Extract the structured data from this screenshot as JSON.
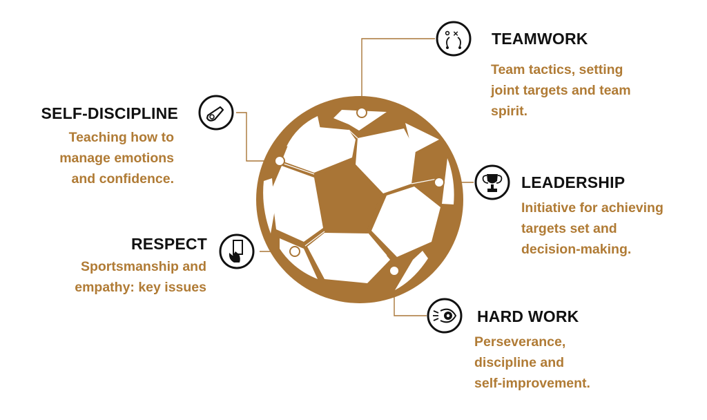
{
  "colors": {
    "ball": "#a97536",
    "accent_text": "#b07b35",
    "title_text": "#111111",
    "connector": "#a97536"
  },
  "values": [
    {
      "id": "teamwork",
      "title": "TEAMWORK",
      "description_lines": [
        "Team tactics, setting",
        "joint targets and team",
        "spirit."
      ],
      "icon": "tactics-board-icon"
    },
    {
      "id": "leadership",
      "title": "LEADERSHIP",
      "description_lines": [
        "Initiative for achieving",
        "targets set and",
        "decision-making."
      ],
      "icon": "trophy-icon"
    },
    {
      "id": "hard-work",
      "title": "HARD WORK",
      "description_lines": [
        "Perseverance,",
        "discipline and",
        "self-improvement."
      ],
      "icon": "focused-eye-ball-icon"
    },
    {
      "id": "self-discipline",
      "title": "SELF-DISCIPLINE",
      "description_lines": [
        "Teaching how to",
        "manage emotions",
        "and confidence."
      ],
      "icon": "whistle-icon"
    },
    {
      "id": "respect",
      "title": "RESPECT",
      "description_lines": [
        "Sportsmanship and",
        "empathy: key issues"
      ],
      "icon": "referee-card-icon"
    }
  ]
}
